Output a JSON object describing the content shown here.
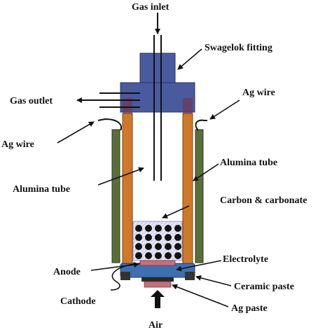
{
  "labels": {
    "gas_inlet": "Gas inlet",
    "swagelok_fitting": "Swagelok fitting",
    "gas_outlet": "Gas outlet",
    "ag_wire_right": "Ag wire",
    "ag_wire_left": "Ag wire",
    "alumina_tube_right": "Alumina tube",
    "alumina_tube_left": "Alumina tube",
    "carbon_carbonate": "Carbon & carbonate",
    "electrolyte": "Electrolyte",
    "anode": "Anode",
    "ceramic_paste": "Ceramic paste",
    "cathode": "Cathode",
    "ag_paste": "Ag paste",
    "air": "Air"
  },
  "colors": {
    "swagelok": "#4a5a9e",
    "alumina": "#d0782a",
    "outer_tube": "#5a6e3a",
    "electrolyte": "#3f6fb3",
    "ag_paste": "#c2707a",
    "cathode": "#2a2a2a",
    "carbon_bed": "#dcdcf2",
    "carbon_dots": "#111111"
  }
}
